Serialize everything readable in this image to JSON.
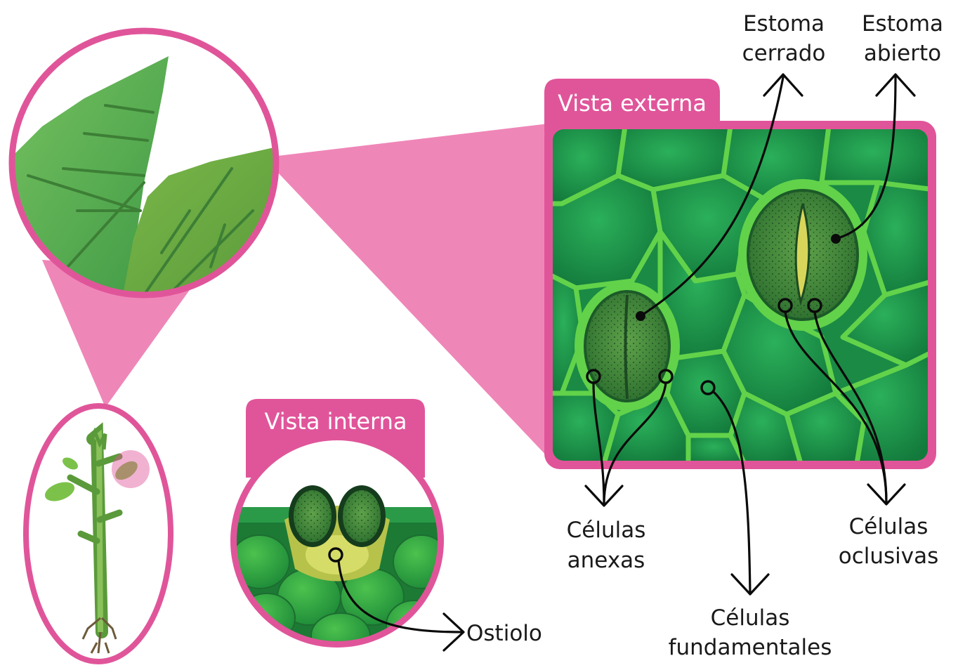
{
  "tabs": {
    "external": "Vista externa",
    "internal": "Vista interna"
  },
  "labels": {
    "stoma_closed": [
      "Estoma",
      "cerrado"
    ],
    "stoma_open": [
      "Estoma",
      "abierto"
    ],
    "subsidiary_cells": [
      "Células",
      "anexas"
    ],
    "ground_cells": [
      "Células",
      "fundamentales"
    ],
    "guard_cells": [
      "Células",
      "oclusivas"
    ],
    "ostiole": "Ostiolo"
  },
  "colors": {
    "magenta": "#e0559a",
    "pink_beam": "#ef86b8",
    "cell_green": "#1f9a4e",
    "wall_green": "#62d24a",
    "leaf_green": "#5fb047",
    "guard_green": "#3f8a3a"
  }
}
